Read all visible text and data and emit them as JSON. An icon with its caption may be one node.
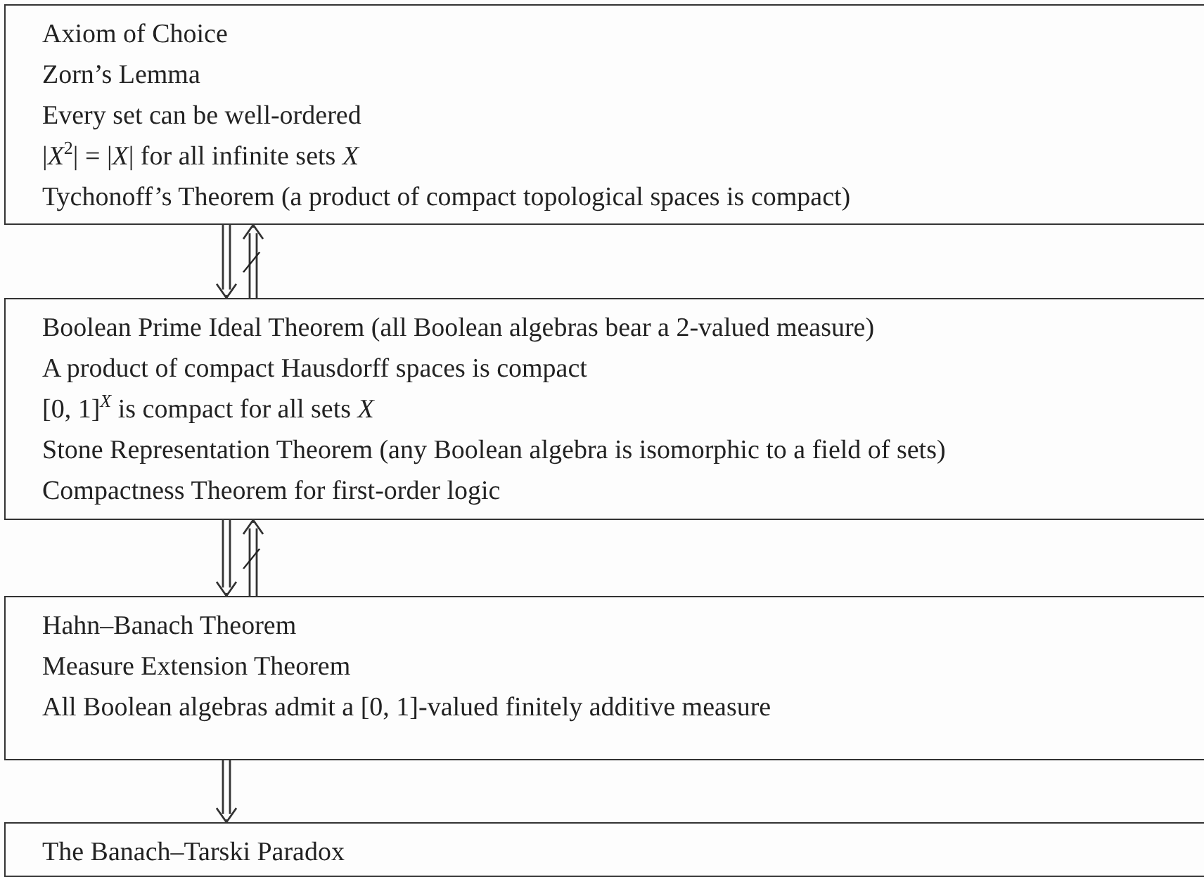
{
  "diagram": {
    "nodes": [
      {
        "text": [
          "Axiom of Choice",
          "Zorn’s Lemma",
          "Every set can be well-ordered",
          "|*X*$^{2}$| = |*X*| for all infinite sets *X*",
          "Tychonoff’s Theorem (a product of compact topological spaces is compact)"
        ]
      },
      {
        "text": [
          "Boolean Prime Ideal Theorem (all Boolean algebras bear a 2-valued measure)",
          "A product of compact Hausdorff spaces is compact",
          "[0, 1]$^{X}$ is compact for all sets *X*",
          "Stone Representation Theorem (any Boolean algebra is isomorphic to a field of sets)",
          "Compactness Theorem for first-order logic"
        ]
      },
      {
        "text": [
          "Hahn–Banach Theorem",
          "Measure Extension Theorem",
          "All Boolean algebras admit a [0, 1]-valued finitely additive measure"
        ]
      },
      {
        "text": [
          "The Banach–Tarski Paradox"
        ]
      }
    ],
    "edges": [
      {
        "from": 0,
        "to": 1,
        "arrow": "to"
      },
      {
        "from": 1,
        "to": 0,
        "arrow": "to",
        "label": "/"
      },
      {
        "from": 1,
        "to": 2,
        "arrow": "to"
      },
      {
        "from": 2,
        "to": 1,
        "arrow": "to",
        "label": "/"
      },
      {
        "from": 2,
        "to": 3,
        "arrow": "to"
      }
    ]
  }
}
